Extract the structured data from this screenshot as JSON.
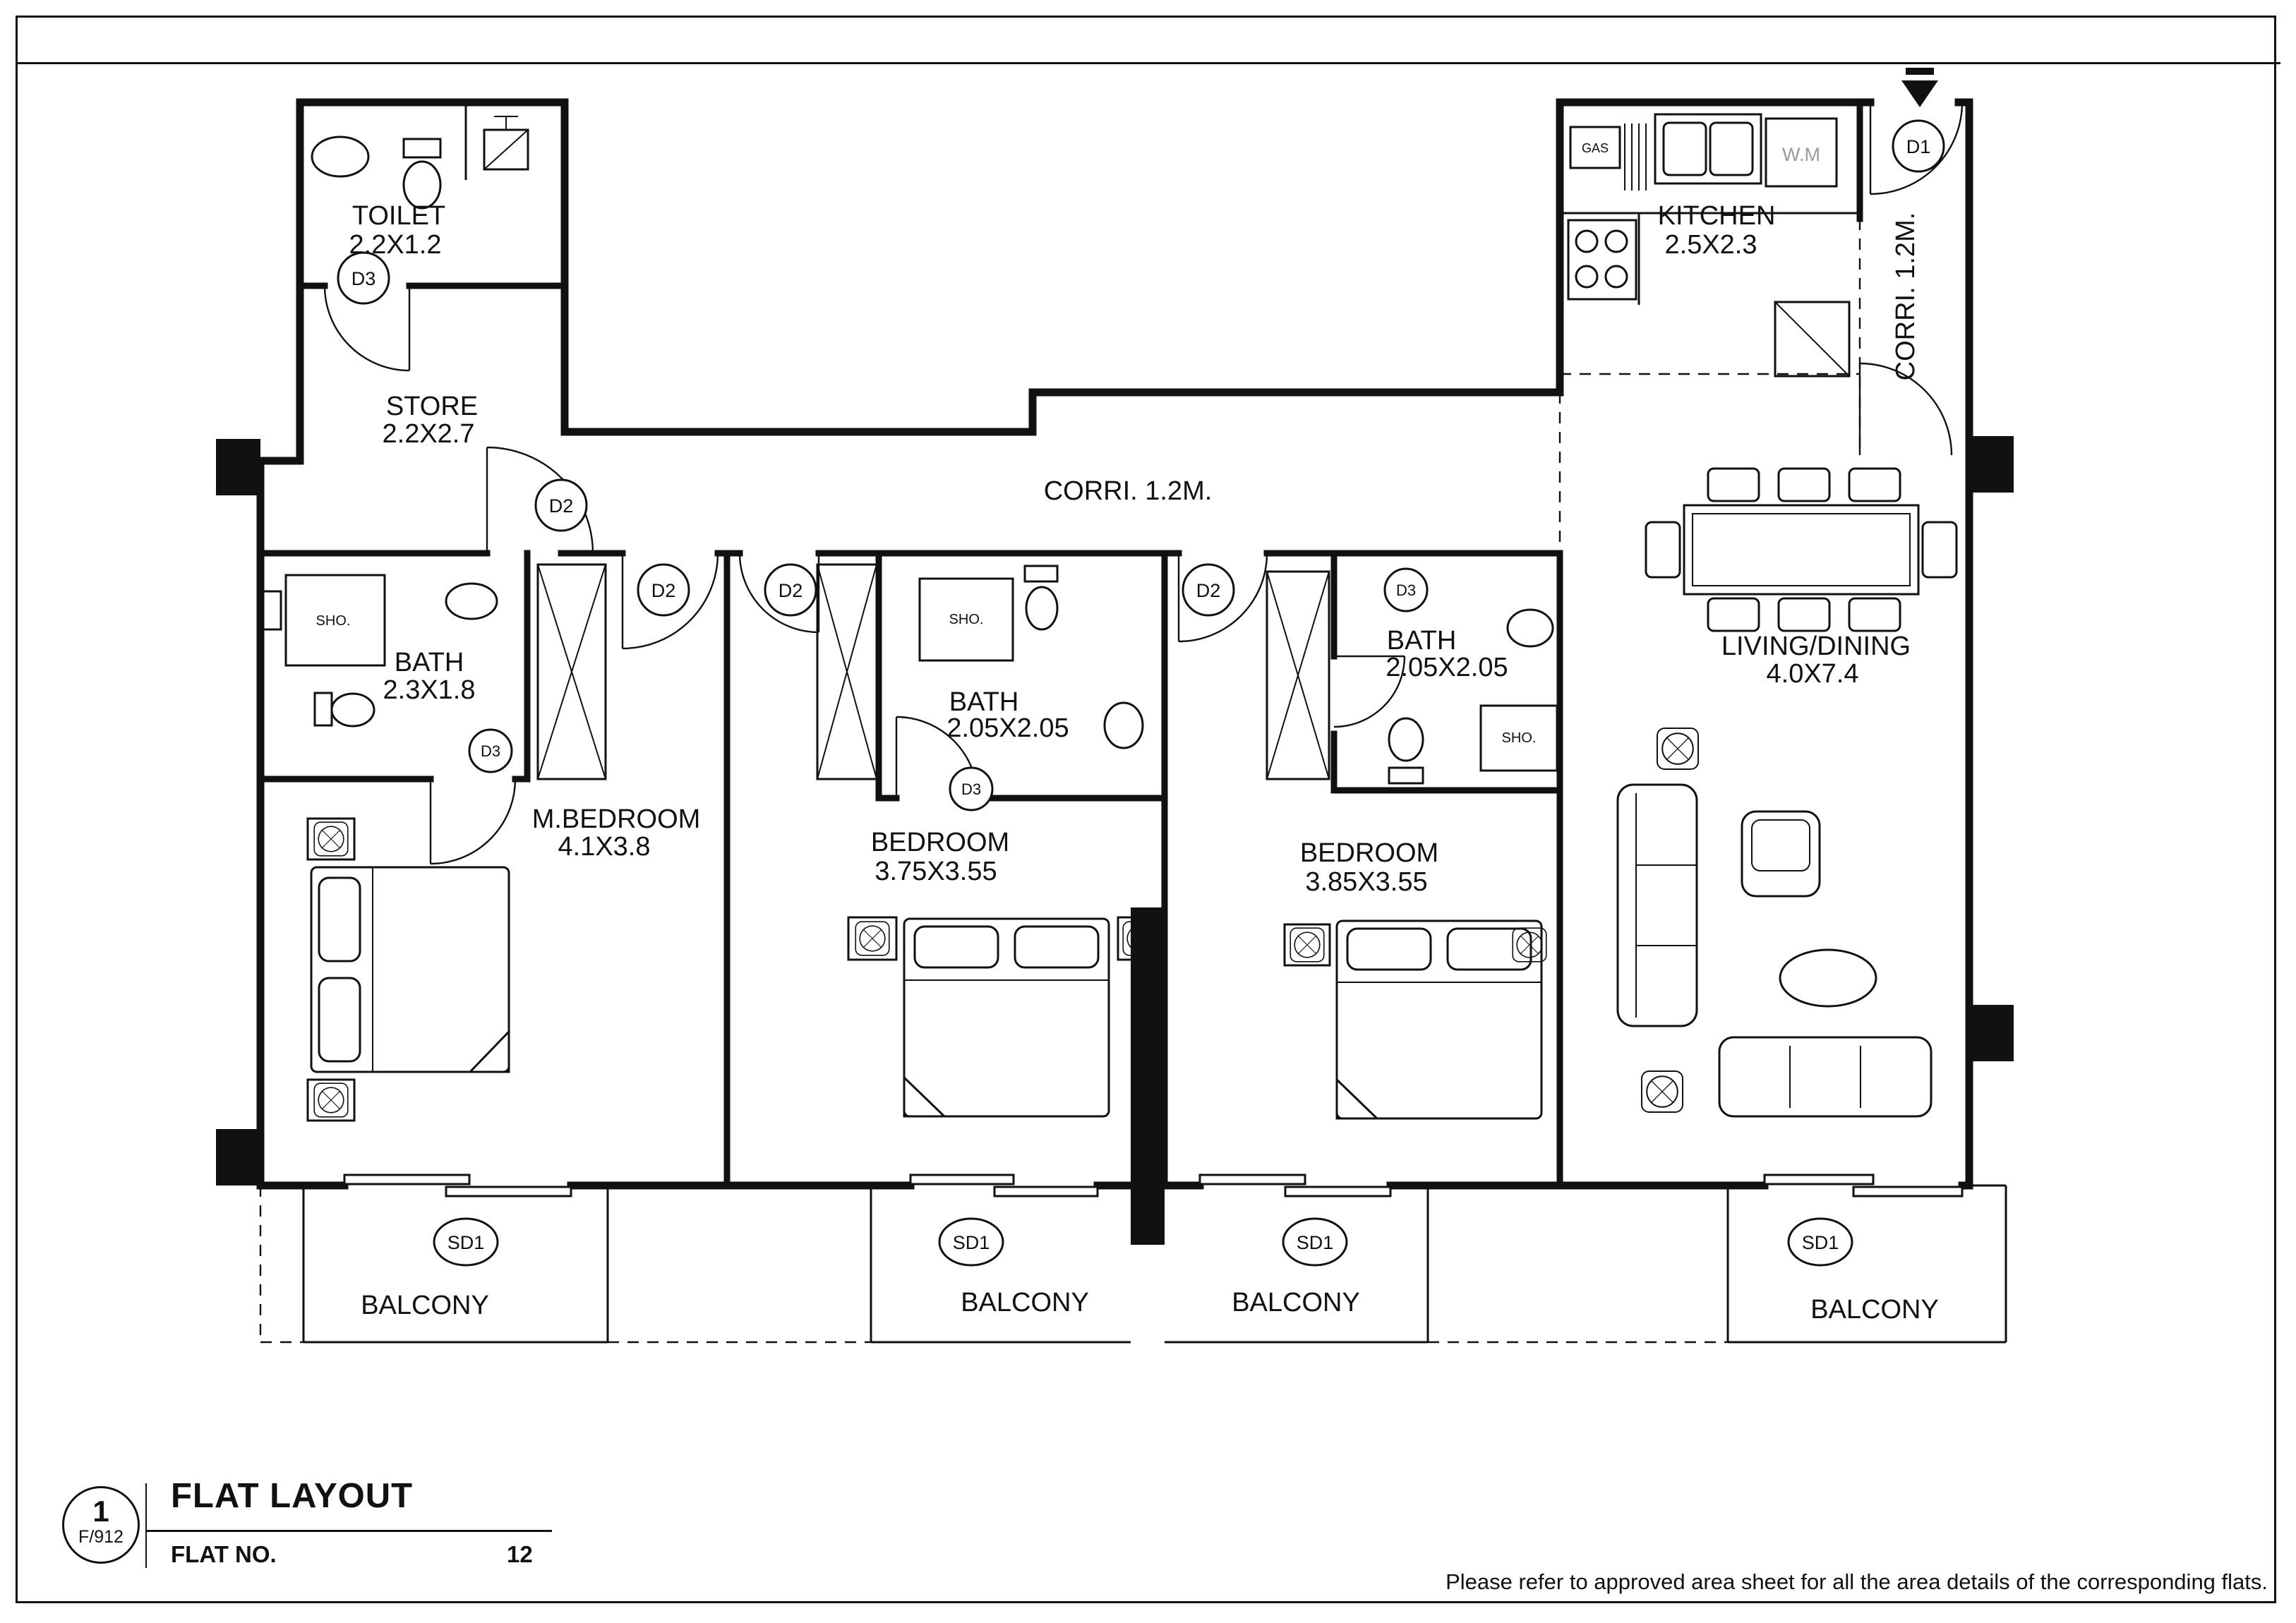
{
  "plan": {
    "rooms": {
      "toilet": {
        "name": "TOILET",
        "dim": "2.2X1.2"
      },
      "store": {
        "name": "STORE",
        "dim": "2.2X2.7"
      },
      "kitchen": {
        "name": "KITCHEN",
        "dim": "2.5X2.3"
      },
      "corridor_entry": {
        "name": "CORRI. 1.2M."
      },
      "corridor_main": {
        "name": "CORRI. 1.2M."
      },
      "bath_master": {
        "name": "BATH",
        "dim": "2.3X1.8"
      },
      "bath_2": {
        "name": "BATH",
        "dim": "2.05X2.05"
      },
      "bath_3": {
        "name": "BATH",
        "dim": "2.05X2.05"
      },
      "master_bedroom": {
        "name": "M.BEDROOM",
        "dim": "4.1X3.8"
      },
      "bedroom_2": {
        "name": "BEDROOM",
        "dim": "3.75X3.55"
      },
      "bedroom_3": {
        "name": "BEDROOM",
        "dim": "3.85X3.55"
      },
      "living_dining": {
        "name": "LIVING/DINING",
        "dim": "4.0X7.4"
      },
      "balcony": {
        "name": "BALCONY"
      }
    },
    "tags": {
      "d1": "D1",
      "d2": "D2",
      "d3": "D3",
      "sd1": "SD1"
    },
    "fixtures": {
      "shower": "SHO.",
      "gas": "GAS",
      "washing_machine": "W.M"
    }
  },
  "title_block": {
    "detail_number": "1",
    "drawing_ref": "F/912",
    "title": "FLAT LAYOUT",
    "flat_no_label": "FLAT NO.",
    "flat_no_value": "12"
  },
  "footer_note": "Please refer to approved area sheet for all the area details of the corresponding flats."
}
